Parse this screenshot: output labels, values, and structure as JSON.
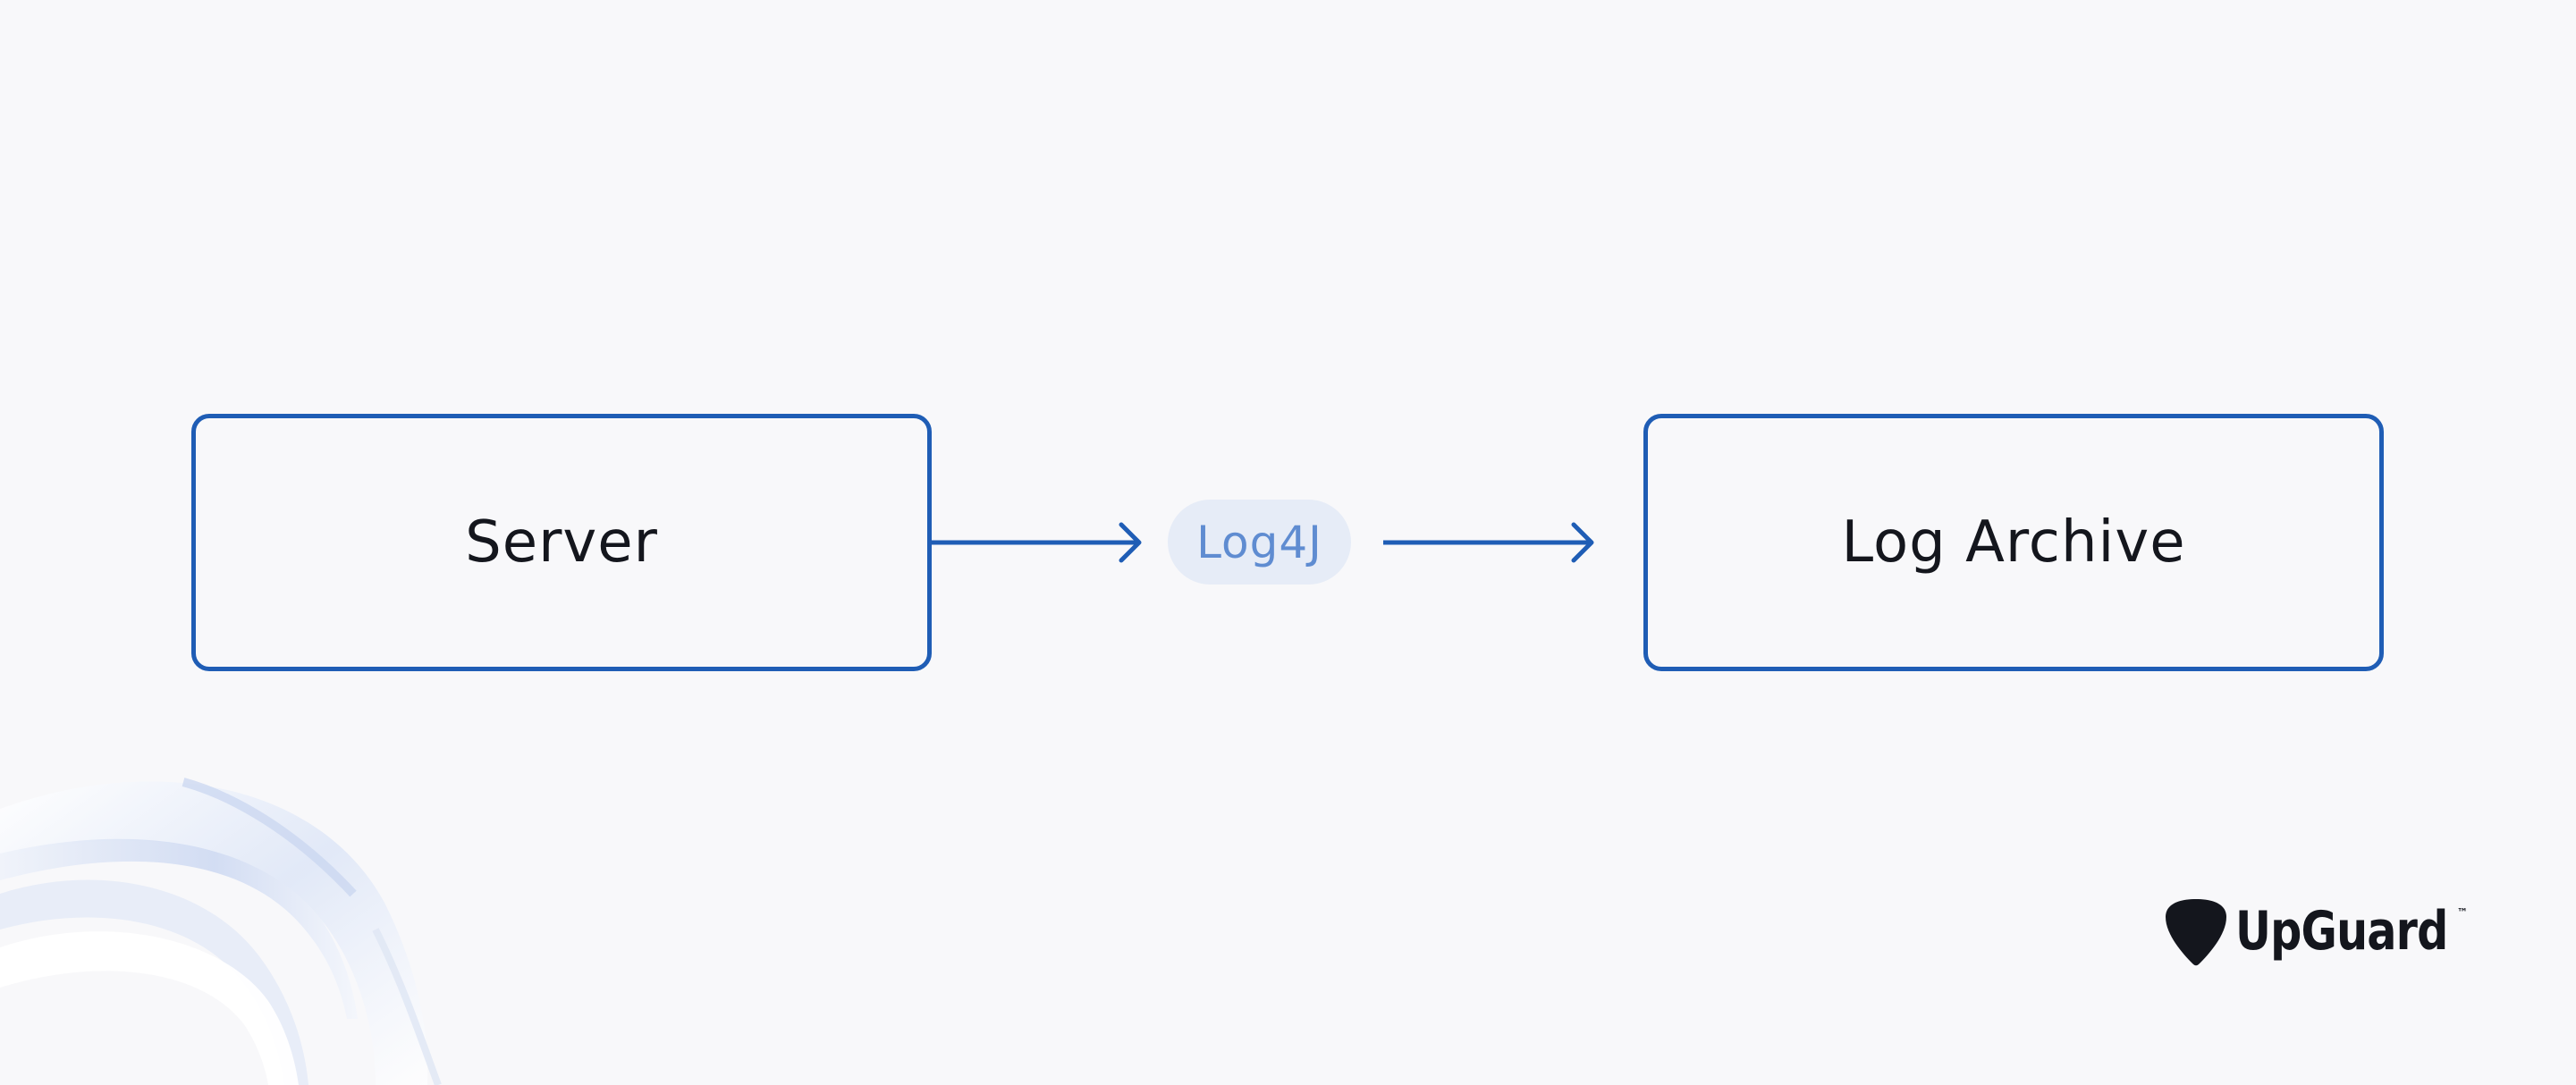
{
  "diagram": {
    "nodes": [
      {
        "id": "server",
        "label": "Server"
      },
      {
        "id": "archive",
        "label": "Log Archive"
      }
    ],
    "edge_label": "Log4J",
    "edges": [
      {
        "from": "server",
        "to": "log4j"
      },
      {
        "from": "log4j",
        "to": "archive"
      }
    ]
  },
  "brand": {
    "name": "UpGuard",
    "trademark": "™",
    "icon": "guitar-pick-shield-icon"
  },
  "colors": {
    "background": "#f8f8fa",
    "accent": "#1f5db5",
    "pill_bg": "#e6ecf7",
    "pill_text": "#5f8cd1",
    "text": "#14161d"
  }
}
